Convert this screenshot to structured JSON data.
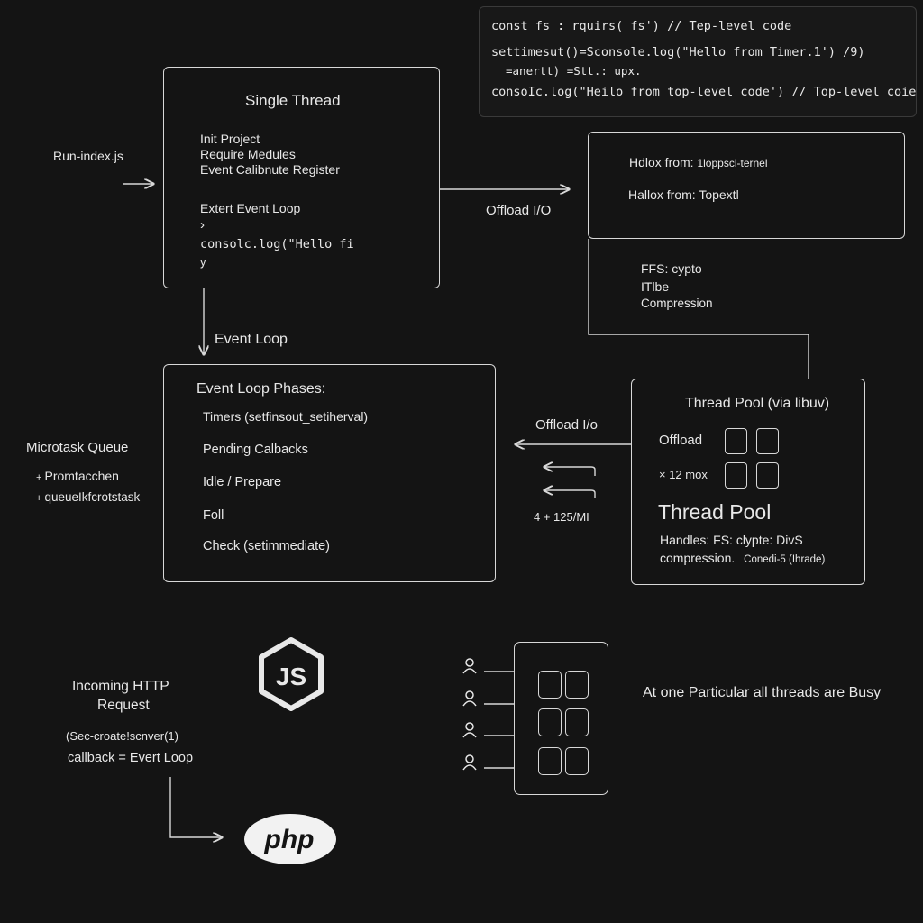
{
  "code_panel": {
    "line1": "const fs : rquirs( fs')  // Tep-level code",
    "line2": "settimesut()=Sconsole.log(\"Hello from Timer.1') /9)",
    "line3": "=anertt)   =Stt.: upx.",
    "line4": "consoIc.log(\"Heilo from top-level code') // Top-level coie"
  },
  "run_label": "Run-index.js",
  "single_thread": {
    "title": "Single Thread",
    "steps": [
      "Init Project",
      "Require Medules",
      "Event Calibnute Register"
    ],
    "extert": "Extert Event Loop",
    "chevron": "›",
    "code": "consolc.log(\"Hello fi",
    "code_tail": "y"
  },
  "offload_top": "Offload I/O",
  "output_box": {
    "line1_label": "Hdlox from:",
    "line1_value": "1loppscl-ternel",
    "line2_label": "Hallox from:",
    "line2_value": "Topextl"
  },
  "ffs_list": [
    "FFS: cypto",
    "ITlbe",
    "Compression"
  ],
  "event_loop_arrow_label": "Event Loop",
  "event_loop": {
    "title": "Event Loop Phases:",
    "phases": [
      "Timers (setfinsout_setiherval)",
      "Pending Calbacks",
      "Idle / Prepare",
      "Foll",
      "Check (setimmediate)"
    ]
  },
  "microtask": {
    "title": "Microtask Queue",
    "items": [
      "Promtacchen",
      "queueIkfcrotstask"
    ]
  },
  "offload_mid": "Offload I/o",
  "ratio_label": "4 + 125/MI",
  "thread_pool": {
    "title": "Thread Pool (via libuv)",
    "offload": "Offload",
    "count": "× 12 mox",
    "big_title": "Thread Pool",
    "handles": "Handles: FS: clypte: DivS",
    "compression": "compression.",
    "concat": "Conedi-5 (Ihrade)"
  },
  "http": {
    "title_line1": "Incoming HTTP",
    "title_line2": "Request",
    "code": "(Sec-croate!scnver(1)",
    "callback": "callback = Evert Loop"
  },
  "logos": {
    "js": "JS",
    "php": "php"
  },
  "busy_label": "At one Particular all threads are Busy",
  "icons": [
    "user-icon",
    "nodejs-logo-icon",
    "php-logo-icon"
  ],
  "colors": {
    "background": "#141414",
    "stroke": "#d8d8d8",
    "text": "#e8e8e8"
  }
}
